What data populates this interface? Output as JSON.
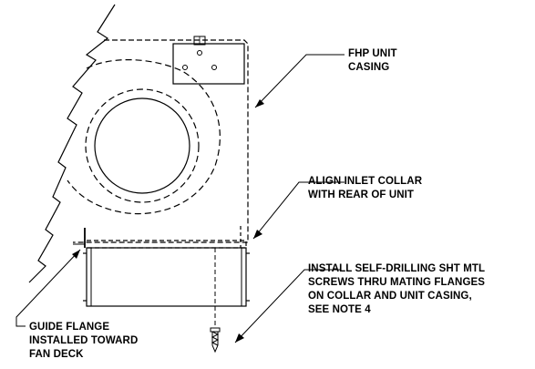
{
  "figure": {
    "callouts": {
      "unit_casing": {
        "lines": [
          "FHP  UNIT",
          "CASING"
        ]
      },
      "inlet_collar": {
        "lines": [
          "ALIGN INLET COLLAR",
          "WITH REAR OF UNIT"
        ]
      },
      "screws": {
        "lines": [
          "INSTALL SELF-DRILLING SHT MTL",
          "SCREWS THRU MATING FLANGES",
          "ON COLLAR AND UNIT CASING,",
          "SEE NOTE 4"
        ]
      },
      "guide_flange": {
        "lines": [
          "GUIDE FLANGE",
          "INSTALLED TOWARD",
          "FAN DECK"
        ]
      }
    },
    "colors": {
      "line": "#000000",
      "background": "#ffffff"
    }
  }
}
